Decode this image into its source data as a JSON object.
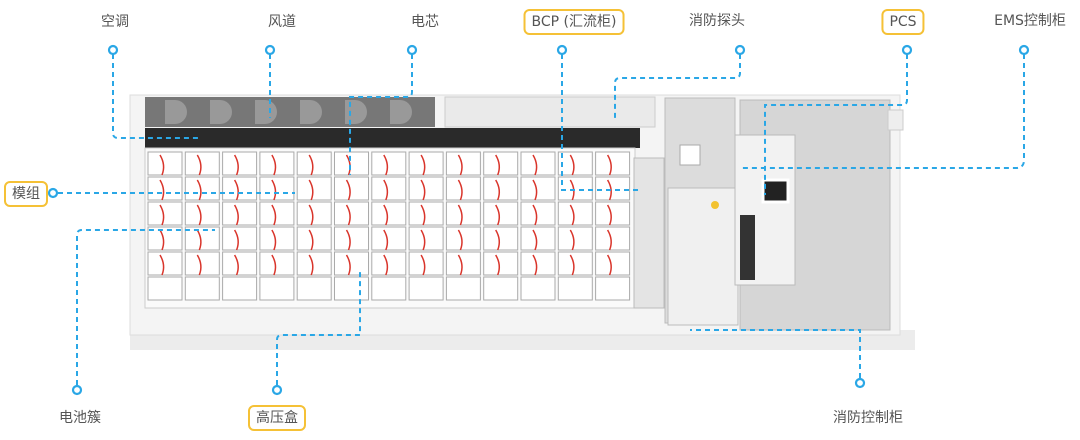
{
  "labels": {
    "air_conditioner": "空调",
    "air_duct": "风道",
    "cell": "电芯",
    "bcp": "BCP (汇流柜)",
    "fire_detector": "消防探头",
    "pcs": "PCS",
    "ems_cabinet": "EMS控制柜",
    "module": "模组",
    "battery_cluster": "电池簇",
    "high_voltage_box": "高压盒",
    "fire_control_cabinet": "消防控制柜"
  },
  "colors": {
    "leader_line": "#2aa7e6",
    "highlight_border": "#f5c136",
    "cable": "#d9352b"
  },
  "highlighted": [
    "bcp",
    "pcs",
    "module",
    "high_voltage_box"
  ]
}
